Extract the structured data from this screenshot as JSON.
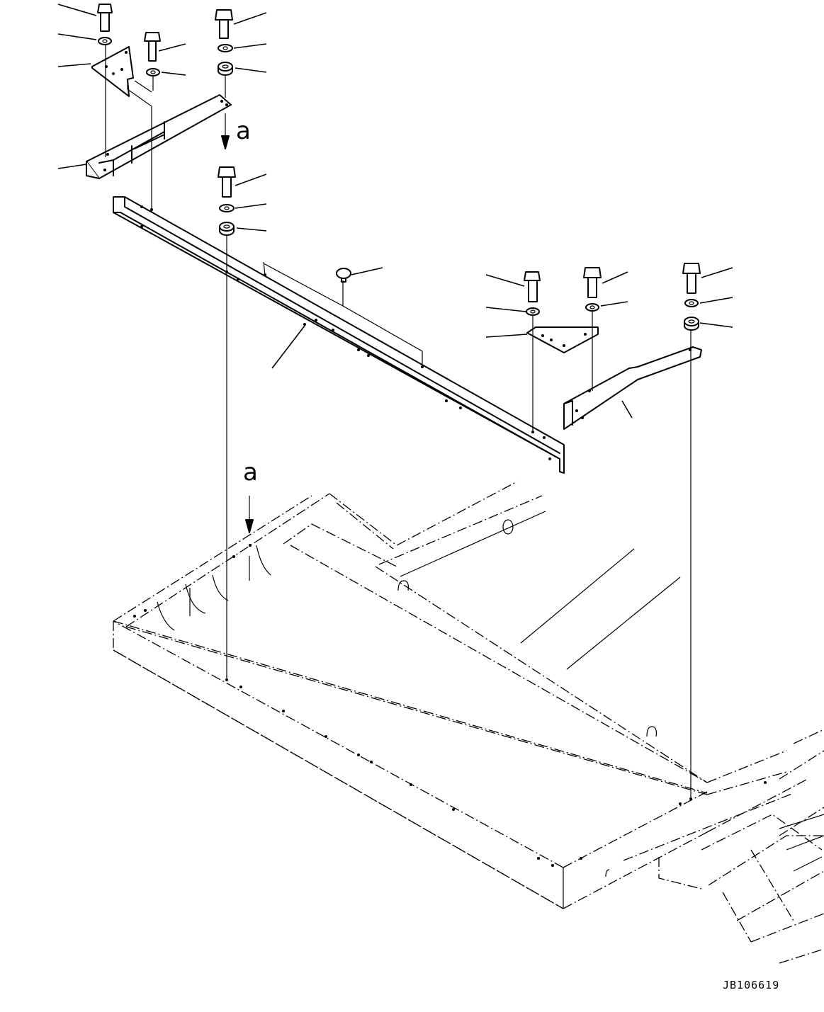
{
  "diagram": {
    "drawing_code": "JB106619",
    "view_marker_upper": "a",
    "view_marker_lower": "a"
  },
  "icons": {
    "bolt": "hex-bolt-icon",
    "washer": "washer-icon",
    "spacer": "spacer-icon",
    "clip": "push-clip-icon"
  }
}
